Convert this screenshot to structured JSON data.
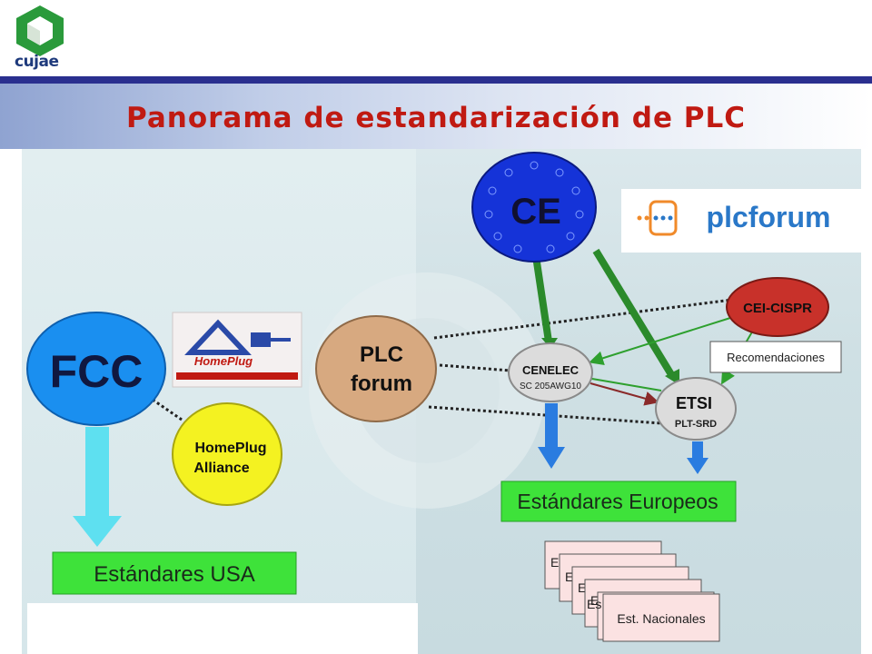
{
  "header": {
    "logo_text": "cujae",
    "title": "Panorama de estandarización de PLC"
  },
  "diagram": {
    "fcc": "FCC",
    "homeplug_logo": "HomePlug",
    "homeplug_alliance_1": "HomePlug",
    "homeplug_alliance_2": "Alliance",
    "usa_standards": "Estándares USA",
    "plc_forum_1": "PLC",
    "plc_forum_2": "forum",
    "ce": "CE",
    "plcforum_logo": "plcforum",
    "cei_cispr": "CEI-CISPR",
    "recomendaciones": "Recomendaciones",
    "cenelec": "CENELEC",
    "cenelec_sub": "SC 205AWG10",
    "etsi": "ETSI",
    "etsi_sub": "PLT-SRD",
    "euro_standards": "Estándares Europeos",
    "est_nacionales": "Est. Nacionales",
    "stack_letters": [
      "E",
      "E",
      "E",
      "E",
      "Es"
    ]
  },
  "colors": {
    "title_red": "#c01a12",
    "fcc_blue": "#1a8ff0",
    "ce_blue": "#1533d8",
    "green_box": "#3ee23a",
    "homeplug_yellow": "#f4f221",
    "plc_forum_tan": "#d7a980",
    "cei_red": "#c8312a"
  }
}
